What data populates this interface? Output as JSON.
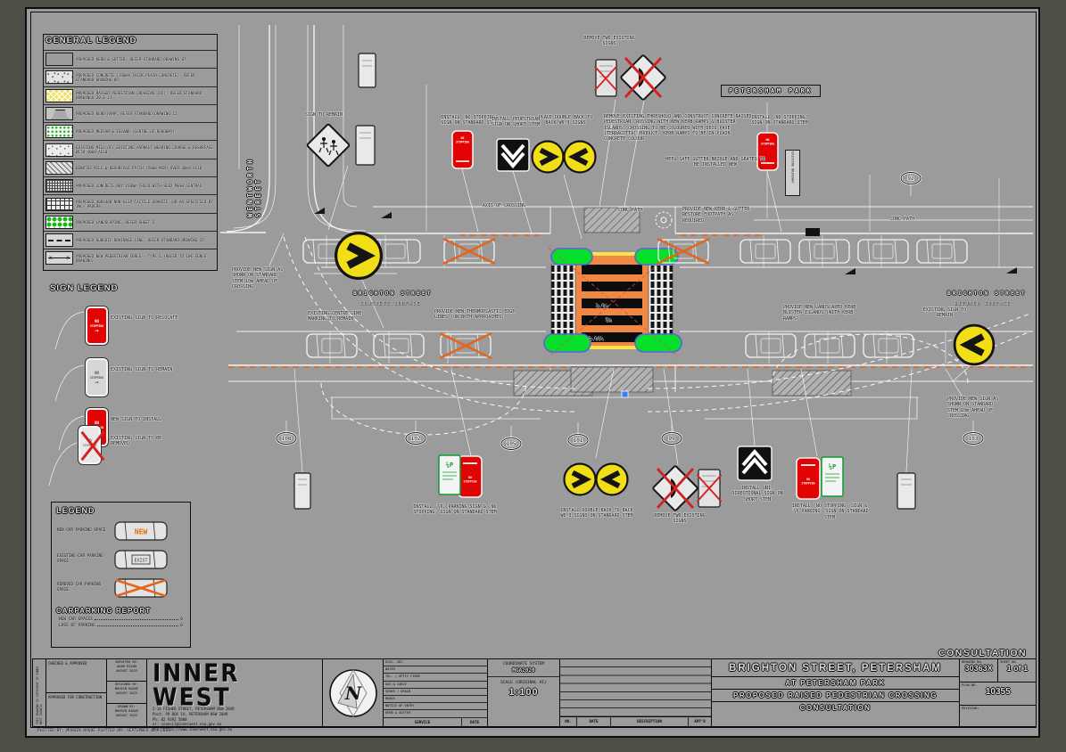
{
  "signs": {
    "no": "NO",
    "stopping": "STOPPING",
    "arrow_right": "→",
    "arrow_left": "←",
    "quarter_p": "¼P"
  },
  "general_legend": {
    "title": "GENERAL LEGEND",
    "items": [
      "PROPOSED KERB & GUTTER, REFER STANDARD DRAWING 07",
      "PROPOSED CONCRETE (130mm THICK PLAIN CONCRETE), REFER STANDARD DRAWING 05",
      "PROPOSED RAISED PEDESTRIAN CROSSING (RC), REFER STANDARD DRAWINGS 20 & 21",
      "PROPOSED KERB RAMP, REFER STANDARD DRAWING 12",
      "PROPOSED MEDIAN & ISLAND (CENTRE OF ROADWAY)",
      "EXISTING MILL OFF EXISTING ASPHALT WEARING COURSE & RESURFACE WITH 40mm AC10",
      "DENOTES MILL & RESURFACE PATCH (50mm MIN) OVER 40mm AC10",
      "PROPOSED CONCRETE BAY 150mm THICK WITH SL82 MESH CENTRAL",
      "PROPOSED 400x400 NON-SLIP TACTILE GRANITE (OR AS SPECIFIED BY IWC) PAVERS",
      "PROPOSED LANDSCAPING, REFER SHEET 2",
      "PROPOSED SUBSOIL DRAINAGE LINE, REFER STANDARD DRAWING 15",
      "PROPOSED NEW PEDESTRIAN FENCE - TYPE 1 (REFER TO IWC FENCE DRAWING)"
    ]
  },
  "sign_legend": {
    "title": "SIGN LEGEND",
    "items": [
      "EXISTING SIGN TO RELOCATE",
      "EXISTING SIGN TO REMAIN",
      "NEW SIGN TO INSTALL",
      "EXISTING SIGN TO BE REMOVED"
    ]
  },
  "parking_legend": {
    "title": "LEGEND",
    "items": [
      "NEW CAR PARKING SPACE",
      "EXISTING CAR PARKING SPACE",
      "REMOVED CAR PARKING SPACE"
    ],
    "car_new_text": "NEW",
    "car_exist_text": "EXIST",
    "report_title": "CARPARKING REPORT",
    "report": [
      {
        "label": "NEW CAR SPACES",
        "value": "0"
      },
      {
        "label": "LOSS OF PARKING",
        "value": "0"
      }
    ]
  },
  "plan": {
    "balloons": [
      "108",
      "102",
      "105",
      "101",
      "99",
      "103",
      "92"
    ],
    "annotations": [
      "REMOVE TWO EXISTING SIGNS",
      "REMOVE EXISTING THRESHOLD AND CONSTRUCT CONCRETE RAISED PEDESTRIAN CROSSING WITH NEW KERB RAMPS & BLISTER ISLANDS. CROSSING TO BE COLOURED WITH DECO PAVE (TERRACOTTA) PRODUCT. KERB RAMPS TO BE IN PLAIN CONCRETE COLOUR",
      "HEEL SAFE GUTTER BRIDGE AND GRATES TO BE INSTALLED NEW",
      "INSTALL 'NO STOPPING' SIGN ON STANDARD STEM",
      "INSTALL PEDESTRIAN SIGN ON SHORT STEM",
      "PLACE DOUBLE BACK TO BACK W6-3 SIGNS",
      "INSTALL 'NO STOPPING' SIGN ON STANDARD STEM",
      "SIGN TO REMAIN",
      "PROVIDE NEW SIGN AS SHOWN ON STANDARD STEM 10m AHEAD OF CROSSING",
      "EXISTING CENTRE LINE MARKING TO REMAIN",
      "PROVIDE NEW THERMOPLASTIC EDGE LINES (ON BOTH APPROACHES)",
      "PROVIDE NEW LANDSCAPED KERB BLISTER ISLANDS (WITH KERB RAMPS)",
      "EXISTING SIGN TO REMAIN",
      "PROVIDE NEW SIGN AS SHOWN ON STANDARD STEM 10m AHEAD OF CROSSING",
      "INSTALL '¼P' PARKING SIGN & 'NO STOPPING' SIGN ON STANDARD STEM",
      "INSTALL DOUBLE BACK TO BACK W6-3 SIGNS ON STANDARD STEM",
      "REMOVE TWO EXISTING SIGNS",
      "INSTALL UNI-DIRECTIONAL SIGN ON SHORT STEM",
      "INSTALL 'NO STOPPING' SIGN & '¼P PARKING' SIGN ON STANDARD STEM",
      "WENTWORTH STREET",
      "BRIGHTON STREET",
      "CONCRETE SURFACE",
      "BRIGHTON STREET",
      "BITUMEN SURFACE",
      "PETERSHAM PARK",
      "CONC PATH",
      "CONC PATH",
      "AXIS OF CROSSING",
      "3.6m",
      "5m",
      "2.06%",
      "EXISTING DRIVEWAY",
      "PROVIDE NEW KERB & GUTTER. RESTORE FOOTPATH AS REQUIRED"
    ]
  },
  "title_block": {
    "copyright_vertical": "THIS DRAWING IS COPYRIGHT OF INNER WEST COUNCIL",
    "checked_approved": "CHECKED & APPROVED",
    "approved_for_construction": "APPROVED FOR CONSTRUCTION",
    "surveyed": {
      "label": "SURVEYED BY:",
      "name": "ADAM DIXON",
      "date": "AUGUST 2023"
    },
    "designed": {
      "label": "DESIGNED BY:",
      "name": "MOHSIN HAQUE",
      "date": "AUGUST 2023"
    },
    "drawn": {
      "label": "DRAWN BY:",
      "name": "MOHSIN HAQUE",
      "date": "AUGUST 2023"
    },
    "logo": "INNER WEST",
    "north_letter": "N",
    "address_lines": [
      "2-14 FISHER STREET, PETERSHAM NSW 2049",
      "Post:  PO BOX 14, PETERSHAM NSW 2049",
      "Ph:    02 9392 5000",
      "e):    council@innerwest.nsw.gov.au",
      "Web:   https://www.innerwest.nsw.gov.au"
    ],
    "services": [
      "ELEC. SEC.",
      "WATER",
      "TEL. / OPTIC FIBRE",
      "GAS & CABLE",
      "SEWER / DRAIN",
      "ROADS",
      "NOTICE OF ENTRY",
      "KERB & GUTTER"
    ],
    "services_footer": {
      "service": "SERVICE",
      "date": "DATE"
    },
    "coordinate_label": "COORDINATE SYSTEM",
    "coordinate_value": "MGA2020",
    "scale_label": "SCALE (ORIGINAL A1)",
    "scale_value": "1:100",
    "revision_header": {
      "no": "NO.",
      "date": "DATE",
      "description": "DESCRIPTION",
      "appd": "APP'D"
    },
    "project_title": "BRIGHTON STREET, PETERSHAM",
    "project_sub1": "AT PETERSHAM PARK",
    "project_sub2": "PROPOSED RAISED PEDESTRIAN CROSSING",
    "project_sub3": "CONSULTATION",
    "drawing_no_label": "DRAWING NO.",
    "drawing_no": "30363X",
    "sheet_no_label": "SHEET NO.",
    "sheet_no": "1 of 1",
    "plan_no_label": "PLAN NO.",
    "plan_no": "10355",
    "revision_label": "REVISION:",
    "stamp": "CONSULTATION",
    "plot_note": "PLOTTED BY: MOHSIN HAQUE        PLOTTED ON: SEPTEMBER 05, 2023"
  }
}
